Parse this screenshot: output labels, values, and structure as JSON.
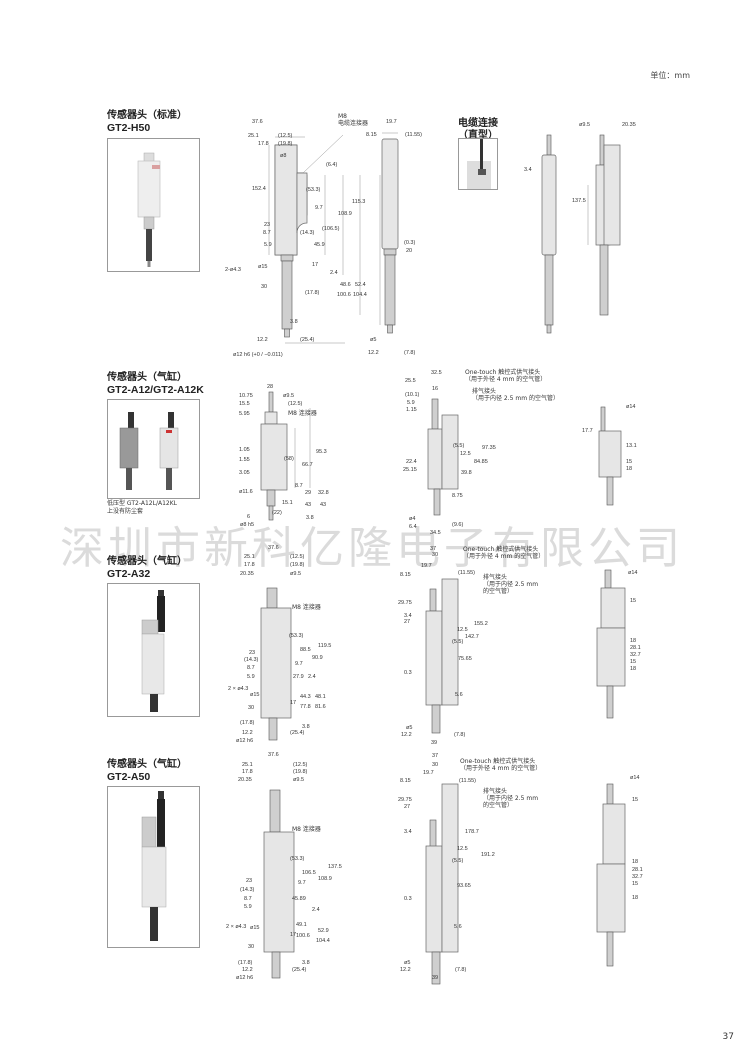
{
  "page": {
    "unit_label": "单位：mm",
    "page_number": "37",
    "watermark": "深圳市新科亿隆电子有限公司"
  },
  "sections": [
    {
      "title": "传感器头（标准）",
      "model": "GT2-H50",
      "connector_label": "M8\n电缆连接器",
      "cable_variant": {
        "title": "电缆连接",
        "subtitle": "（直型）"
      },
      "dims_front": [
        "37.6",
        "25.1",
        "(12.5)",
        "17.8",
        "(19.8)",
        "ø8",
        "(6.4)",
        "152.4",
        "(53.3)",
        "115.3",
        "9.7",
        "108.9",
        "(106.5)",
        "23",
        "8.7",
        "(14.3)",
        "45.9",
        "5.9",
        "2-ø4.3",
        "ø15",
        "17",
        "2.4",
        "30",
        "(17.8)",
        "48.6",
        "52.4",
        "100.6",
        "104.4",
        "3.8",
        "12.2",
        "(25.4)",
        "ø12 h6 (+0 / −0.011)"
      ],
      "dims_side": [
        "19.7",
        "8.15",
        "(11.55)",
        "(0.3)",
        "20",
        "ø5",
        "12.2",
        "(7.8)"
      ],
      "dims_cable": [
        "3.4",
        "ø9.5",
        "20.35",
        "137.5"
      ]
    },
    {
      "title": "传感器头（气缸）",
      "model": "GT2-A12/GT2-A12K",
      "note": "低压型 GT2-A12L/A12KL\n上没有防尘套",
      "connector_label": "M8 连接器",
      "air_inlet_label": "One-touch 触控式供气接头\n（用于外径 4 mm 的空气管）",
      "exhaust_label": "排气接头\n（用于内径 2.5 mm 的空气管）",
      "dims_front": [
        "28",
        "10.75",
        "ø9.5",
        "15.5",
        "(12.5)",
        "5.95",
        "1.05",
        "(58)",
        "95.3",
        "1.55",
        "66.7",
        "3.05",
        "8.7",
        "ø11.6",
        "15.1",
        "29",
        "43",
        "32.8",
        "43",
        "6",
        "(22)",
        "3.8",
        "ø8 h5"
      ],
      "dims_side": [
        "32.5",
        "25.5",
        "16",
        "(10.1)",
        "5.9",
        "1.15",
        "(5.5)",
        "97.35",
        "12.5",
        "84.85",
        "22.4",
        "25.15",
        "39.8",
        "8.75",
        "ø4",
        "6.4",
        "(9.6)",
        "34.5"
      ],
      "dims_back": [
        "ø14",
        "17.7",
        "13.1",
        "15",
        "18"
      ]
    },
    {
      "title": "传感器头（气缸）",
      "model": "GT2-A32",
      "connector_label": "M8 连接器",
      "air_inlet_label": "One-touch 触控式供气接头\n（用于外径 4 mm 的空气管）",
      "exhaust_label": "排气接头\n（用于内径 2.5 mm\n的空气管）",
      "dims_front": [
        "37.6",
        "25.1",
        "(12.5)",
        "17.8",
        "(19.8)",
        "20.35",
        "ø9.5",
        "(53.3)",
        "88.5",
        "119.5",
        "23",
        "(14.3)",
        "90.9",
        "9.7",
        "8.7",
        "27.9",
        "2.4",
        "5.9",
        "2 × ø4.3",
        "ø15",
        "17",
        "44.3",
        "48.1",
        "77.8",
        "81.6",
        "30",
        "(17.8)",
        "3.8",
        "12.2",
        "(25.4)",
        "ø12 h6"
      ],
      "dims_side": [
        "37",
        "30",
        "19.7",
        "8.15",
        "(11.55)",
        "29.75",
        "3.4",
        "27",
        "12.5",
        "155.2",
        "142.7",
        "(5.5)",
        "75.65",
        "0.3",
        "5.6",
        "ø5",
        "12.2",
        "(7.8)",
        "39"
      ],
      "dims_back": [
        "ø14",
        "15",
        "18",
        "28.1",
        "32.7",
        "15",
        "18"
      ]
    },
    {
      "title": "传感器头（气缸）",
      "model": "GT2-A50",
      "connector_label": "M8 连接器",
      "air_inlet_label": "One-touch 触控式供气接头\n（用于外径 4 mm 的空气管）",
      "exhaust_label": "排气接头\n（用于内径 2.5 mm\n的空气管）",
      "dims_front": [
        "37.6",
        "25.1",
        "(12.5)",
        "17.8",
        "(19.8)",
        "20.35",
        "ø9.5",
        "(53.3)",
        "106.5",
        "108.9",
        "137.5",
        "23",
        "9.7",
        "(14.3)",
        "8.7",
        "45.89",
        "2.4",
        "5.9",
        "2 × ø4.3",
        "ø15",
        "49.1",
        "100.6",
        "52.9",
        "104.4",
        "17",
        "30",
        "(17.8)",
        "3.8",
        "12.2",
        "(25.4)",
        "ø12 h6"
      ],
      "dims_side": [
        "37",
        "30",
        "19.7",
        "8.15",
        "(11.55)",
        "29.75",
        "27",
        "3.4",
        "178.7",
        "12.5",
        "191.2",
        "(5.5)",
        "93.65",
        "0.3",
        "5.6",
        "ø5",
        "12.2",
        "(7.8)",
        "39"
      ],
      "dims_back": [
        "ø14",
        "15",
        "18",
        "28.1",
        "32.7",
        "15",
        "18"
      ]
    }
  ]
}
